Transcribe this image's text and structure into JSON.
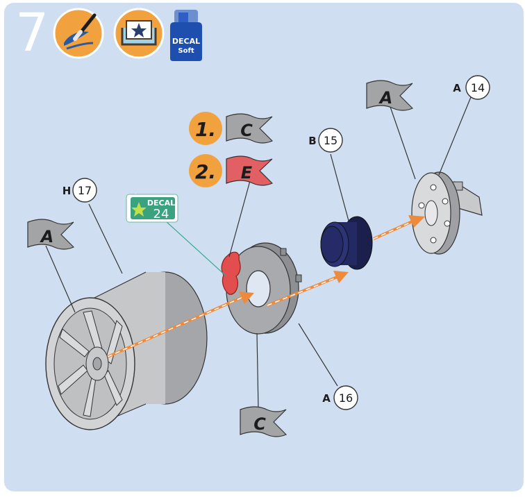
{
  "step": {
    "number": "7"
  },
  "step_icons": {
    "paint": "paintbrush-icon",
    "decal_water": "decal-water-tray-icon",
    "decal_soft": {
      "line1": "DECAL",
      "line2": "Soft"
    }
  },
  "decal_tag": {
    "line1": "DECAL",
    "number": "24"
  },
  "paint_order": [
    {
      "order": "1.",
      "color_code": "C"
    },
    {
      "order": "2.",
      "color_code": "E"
    }
  ],
  "parts": [
    {
      "sprue": "H",
      "number": "17"
    },
    {
      "sprue": "B",
      "number": "15"
    },
    {
      "sprue": "A",
      "number": "14"
    },
    {
      "sprue": "A",
      "number": "16"
    }
  ],
  "color_flags": {
    "wheel": "A",
    "hub": "A",
    "disc": "C"
  },
  "colors": {
    "background": "#cfdff1",
    "flag_grey": "#a3a4a6",
    "flag_red": "#e25f63",
    "order_orange": "#f1a23f",
    "decal_green": "#3aa27e",
    "arrow_orange": "#ee8a3c",
    "bushing_navy": "#1f2457"
  }
}
